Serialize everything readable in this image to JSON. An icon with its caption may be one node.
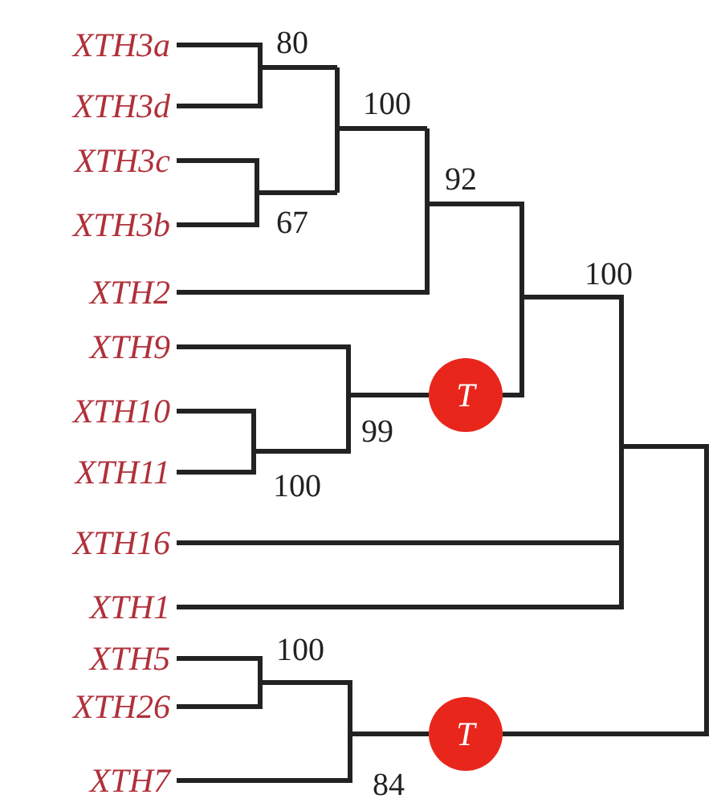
{
  "diagram": {
    "nodes": [
      {
        "text": [
          "XTH3a"
        ]
      },
      {
        "text": [
          "XTH3d"
        ]
      },
      {
        "text": [
          "XTH3c"
        ]
      },
      {
        "text": [
          "XTH3b"
        ]
      },
      {
        "text": [
          "XTH2"
        ]
      },
      {
        "text": [
          "XTH9"
        ]
      },
      {
        "text": [
          "XTH10"
        ]
      },
      {
        "text": [
          "XTH11"
        ]
      },
      {
        "text": [
          "XTH16"
        ]
      },
      {
        "text": [
          "XTH1"
        ]
      },
      {
        "text": [
          "XTH5"
        ]
      },
      {
        "text": [
          "XTH26"
        ]
      },
      {
        "text": [
          "XTH7"
        ]
      },
      {
        "text": [
          "T"
        ]
      },
      {
        "text": [
          "T"
        ]
      }
    ],
    "edges": [
      {
        "from": 5,
        "to": 13,
        "arrow": "none"
      },
      {
        "from": 6,
        "to": 13,
        "arrow": "none"
      },
      {
        "from": 7,
        "to": 13,
        "arrow": "none"
      },
      {
        "from": 10,
        "to": 14,
        "arrow": "none"
      },
      {
        "from": 11,
        "to": 14,
        "arrow": "none"
      },
      {
        "from": 12,
        "to": 14,
        "arrow": "none"
      }
    ],
    "labels": [
      "80",
      "100",
      "67",
      "92",
      "100",
      "99",
      "100",
      "100",
      "84"
    ]
  }
}
